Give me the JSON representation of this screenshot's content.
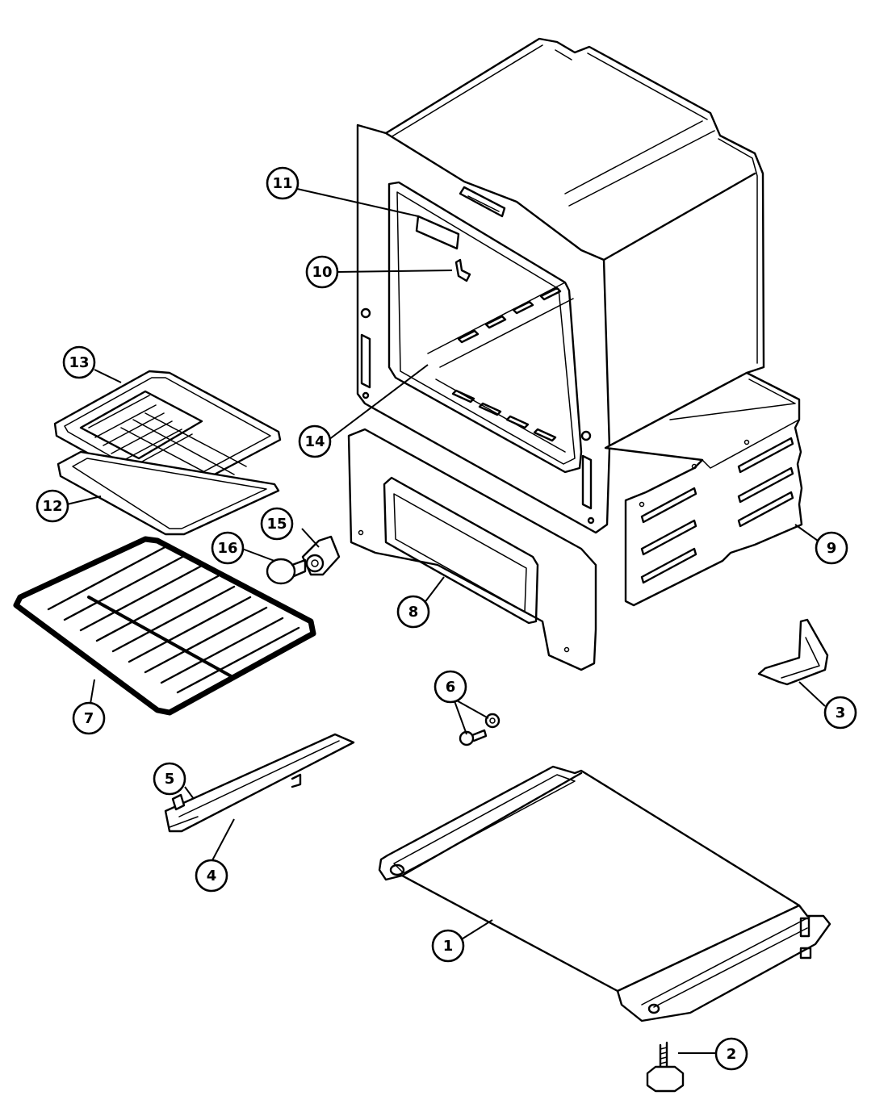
{
  "callouts": [
    {
      "id": "1",
      "label": "1"
    },
    {
      "id": "2",
      "label": "2"
    },
    {
      "id": "3",
      "label": "3"
    },
    {
      "id": "4",
      "label": "4"
    },
    {
      "id": "5",
      "label": "5"
    },
    {
      "id": "6",
      "label": "6"
    },
    {
      "id": "7",
      "label": "7"
    },
    {
      "id": "8",
      "label": "8"
    },
    {
      "id": "9",
      "label": "9"
    },
    {
      "id": "10",
      "label": "10"
    },
    {
      "id": "11",
      "label": "11"
    },
    {
      "id": "12",
      "label": "12"
    },
    {
      "id": "13",
      "label": "13"
    },
    {
      "id": "14",
      "label": "14"
    },
    {
      "id": "15",
      "label": "15"
    },
    {
      "id": "16",
      "label": "16"
    }
  ],
  "colors": {
    "line": "#000000",
    "background": "#ffffff"
  }
}
